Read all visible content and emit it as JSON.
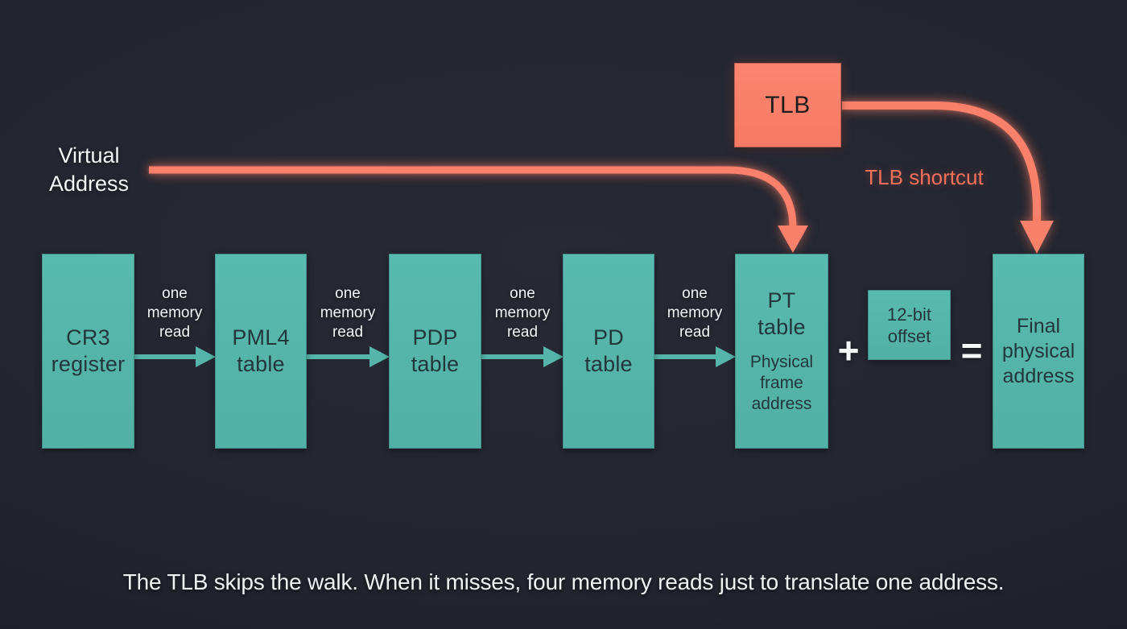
{
  "labels": {
    "virtual_address": "Virtual\nAddress",
    "tlb": "TLB",
    "tlb_shortcut": "TLB shortcut",
    "memory_read": "one\nmemory\nread",
    "plus": "+",
    "equals": "=",
    "caption": "The TLB skips the walk. When it misses, four memory reads just to translate one address."
  },
  "boxes": {
    "cr3": "CR3\nregister",
    "pml4": "PML4\ntable",
    "pdp": "PDP\ntable",
    "pd": "PD\ntable",
    "pt_title": "PT\ntable",
    "pt_sub": "Physical\nframe\naddress",
    "offset": "12-bit\noffset",
    "final": "Final\nphysical\naddress"
  },
  "colors": {
    "background": "#232530",
    "teal_box": "#55b5ab",
    "salmon": "#f9816b",
    "tlb_shortcut_text": "#f4705a",
    "box_text": "#23363c",
    "white_text": "#f3f4f6"
  }
}
